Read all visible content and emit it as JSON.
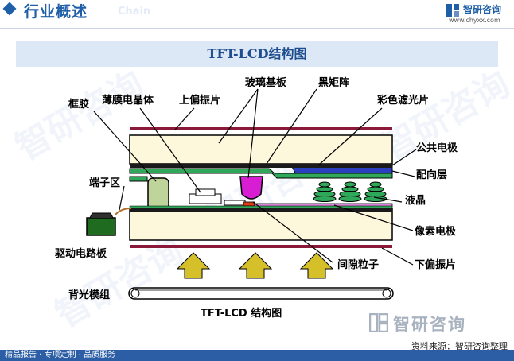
{
  "header": {
    "section_title": "行业概述",
    "section_subtitle": "Chain",
    "brand_name": "智研咨询",
    "brand_url": "www.chyxx.com"
  },
  "title_bar": "TFT-LCD结构图",
  "diagram": {
    "caption": "TFT-LCD 结构图",
    "labels": {
      "frame_glue": "框胶",
      "thin_film_transistor": "薄膜电晶体",
      "upper_polarizer": "上偏振片",
      "glass_substrate": "玻璃基板",
      "black_matrix": "黑矩阵",
      "color_filter": "彩色滤光片",
      "common_electrode": "公共电极",
      "alignment_layer": "配向层",
      "terminal_area": "端子区",
      "liquid_crystal": "液晶",
      "pixel_electrode": "像素电极",
      "drive_circuit_board": "驱动电路板",
      "spacer": "间隙粒子",
      "lower_polarizer": "下偏振片",
      "backlight_module": "背光模组"
    }
  },
  "watermark": "智研咨询",
  "source": "资料来源：智研咨询整理",
  "footer": "精品报告 · 专项定制 · 品质服务",
  "colors": {
    "brand_blue": "#1f5fa8",
    "polarizer": "#8b1a3a",
    "glass": "#fdf7dc",
    "color_filter": "#2b3fbf",
    "alignment": "#2fa85a",
    "spacer": "#d81ed3",
    "frame_glue": "#bfd49a",
    "drive_board": "#1f6b1f",
    "arrow": "#d6c02a"
  }
}
